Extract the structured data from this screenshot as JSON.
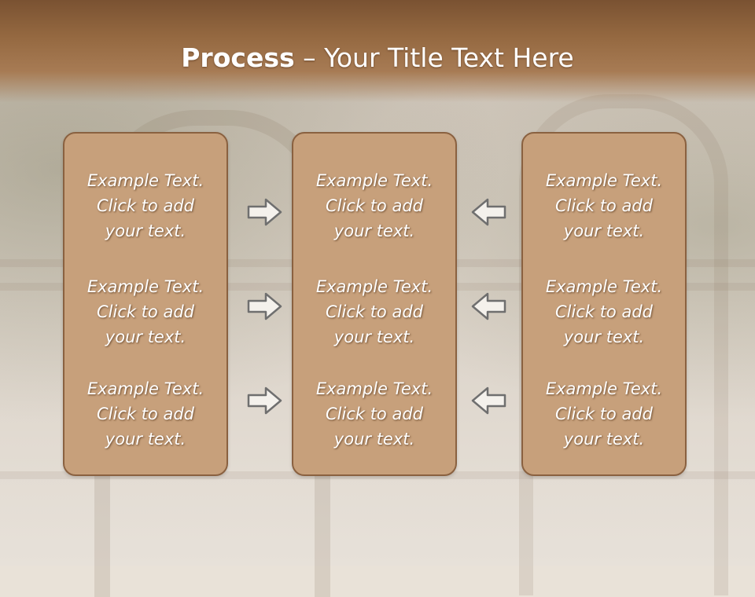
{
  "title": {
    "bold": "Process",
    "rest": " – Your Title Text Here"
  },
  "boxes": [
    {
      "items": [
        "Example Text.\nClick  to add\nyour text.",
        "Example Text.\nClick  to add\nyour text.",
        "Example Text.\nClick  to add\nyour text."
      ]
    },
    {
      "items": [
        "Example Text.\nClick  to add\nyour text.",
        "Example Text.\nClick  to add\nyour text.",
        "Example Text.\nClick  to add\nyour text."
      ]
    },
    {
      "items": [
        "Example Text.\nClick  to add\nyour text.",
        "Example Text.\nClick  to add\nyour text.",
        "Example Text.\nClick  to add\nyour text."
      ]
    }
  ],
  "arrows": {
    "left_column": [
      "arrow-right-icon",
      "arrow-right-icon",
      "arrow-right-icon"
    ],
    "right_column": [
      "arrow-left-icon",
      "arrow-left-icon",
      "arrow-left-icon"
    ]
  },
  "colors": {
    "header": "#946840",
    "box": "#c7a07b",
    "box_border": "#8a6140",
    "arrow": "#6f6f6f"
  }
}
